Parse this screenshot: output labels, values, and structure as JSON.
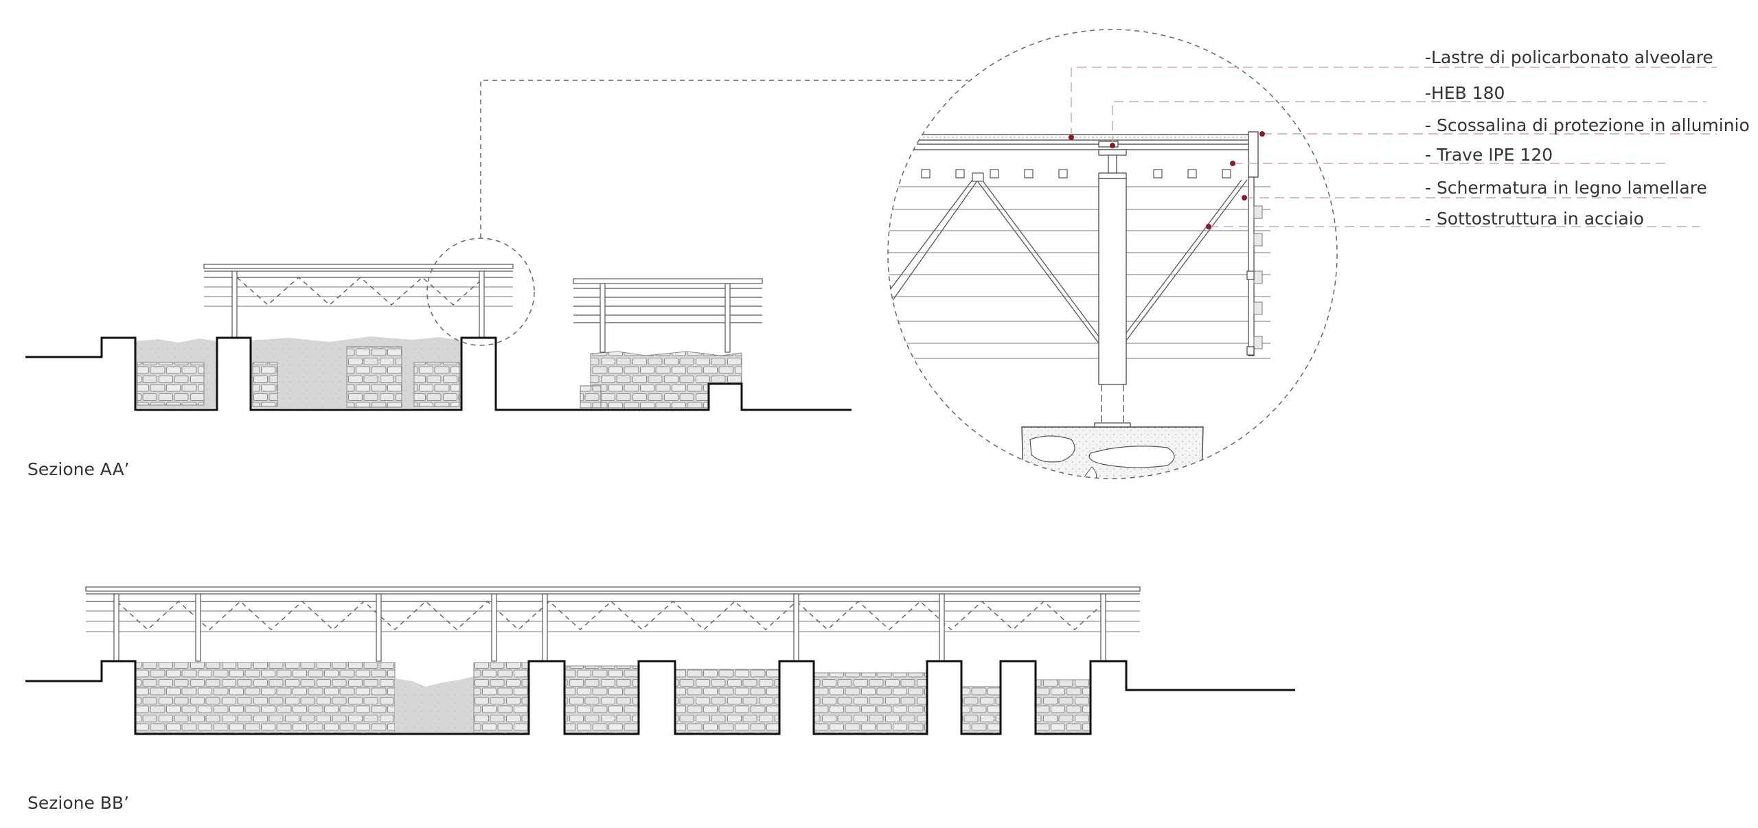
{
  "sections": [
    {
      "id": "AA",
      "title": "Sezione AA’"
    },
    {
      "id": "BB",
      "title": "Sezione BB’"
    }
  ],
  "detail_callouts": [
    "-Lastre di policarbonato alveolare",
    "-HEB 180",
    "- Scossalina di protezione in alluminio",
    "- Trave IPE 120",
    "- Schermatura in legno lamellare",
    "- Sottostruttura in acciaio"
  ],
  "colors": {
    "ground_line": "#111111",
    "leader_line": "#d4a5b6",
    "marker": "#8c1c2a",
    "stone_fill": "#d9d9d9",
    "text": "#333333"
  }
}
